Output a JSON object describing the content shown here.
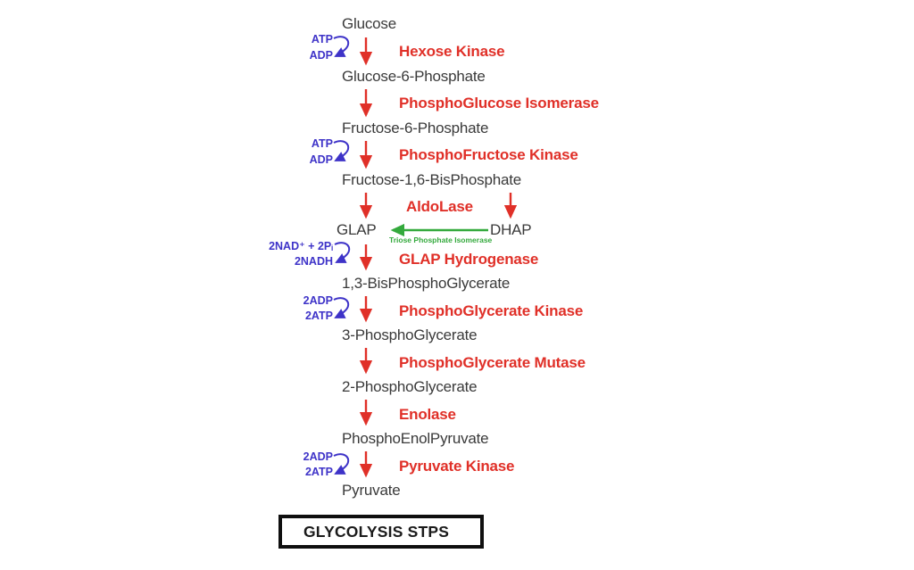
{
  "colors": {
    "background": "#ffffff",
    "metabolite_text": "#3a3a3a",
    "enzyme_text": "#e03028",
    "cofactor_text": "#3e33c8",
    "isomerase_text": "#33a93c",
    "reaction_arrow": "#e03028",
    "cofactor_arrow": "#3e33c8",
    "isomerase_arrow": "#33a93c",
    "footer_border": "#0f0f0f"
  },
  "nodes": {
    "glucose": "Glucose",
    "g6p": "Glucose-6-Phosphate",
    "f6p": "Fructose-6-Phosphate",
    "f16bp": "Fructose-1,6-BisPhosphate",
    "glap": "GLAP",
    "dhap": "DHAP",
    "bpg13": "1,3-BisPhosphoGlycerate",
    "pg3": "3-PhosphoGlycerate",
    "pg2": "2-PhosphoGlycerate",
    "pep": "PhosphoEnolPyruvate",
    "pyruvate": "Pyruvate"
  },
  "enzymes": {
    "hexose_kinase": "Hexose Kinase",
    "phosphoglucose_isomerase": "PhosphoGlucose Isomerase",
    "phosphofructose_kinase": "PhosphoFructose Kinase",
    "aldolase": "AldoLase",
    "triose_phosphate_isomerase": "Triose Phosphate Isomerase",
    "glap_hydrogenase": "GLAP Hydrogenase",
    "phosphoglycerate_kinase": "PhosphoGlycerate Kinase",
    "phosphoglycerate_mutase": "PhosphoGlycerate Mutase",
    "enolase": "Enolase",
    "pyruvate_kinase": "Pyruvate Kinase"
  },
  "cofactors": {
    "hexose_kinase": {
      "input": "ATP",
      "output": "ADP"
    },
    "phosphofructose_kinase": {
      "input": "ATP",
      "output": "ADP"
    },
    "glap_hydrogenase": {
      "input": "2NAD⁺ + 2Pᵢ",
      "output": "2NADH"
    },
    "phosphoglycerate_kinase": {
      "input": "2ADP",
      "output": "2ATP"
    },
    "pyruvate_kinase": {
      "input": "2ADP",
      "output": "2ATP"
    }
  },
  "footer": {
    "title": "GLYCOLYSIS STPS"
  }
}
